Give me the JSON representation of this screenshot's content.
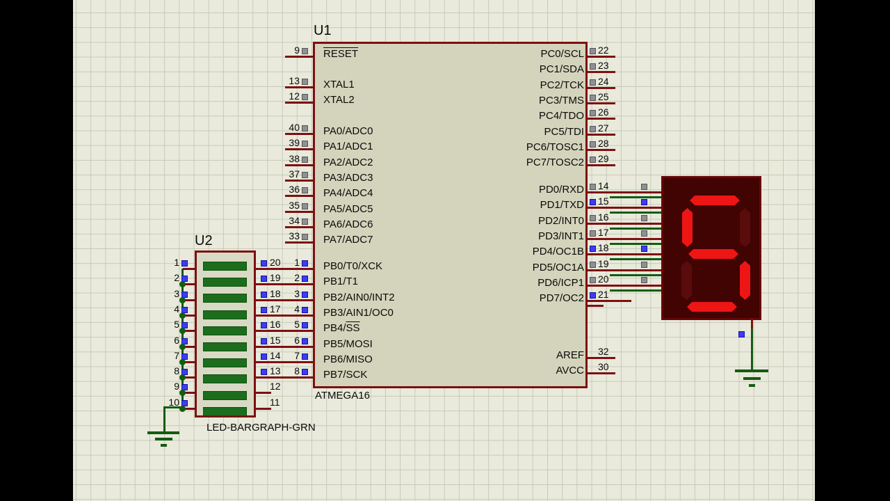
{
  "colors": {
    "letterbox": "#000000",
    "canvas_bg": "#e9eadb",
    "grid_line": "#c6c9b8",
    "wire_red": "#7d1012",
    "wire_green": "#135c13",
    "chip_fill": "#d3d4bb",
    "chip_border": "#7d0e10",
    "bar_body": "#d9dac5",
    "bar_green": "#1c6e1c",
    "blue_state": "#3d3df0",
    "gray_state": "#8f9094",
    "disp_body": "#420303",
    "disp_border": "#670505",
    "seg_lit": "#ee1515",
    "seg_unlit": "#5a0c0c",
    "text": "#0a0a0a"
  },
  "u1": {
    "ref": "U1",
    "part": "ATMEGA16",
    "reset_pin": {
      "num": "9",
      "label_ov": "RESET",
      "state": "gray"
    },
    "xtal_pins": [
      {
        "num": "13",
        "label": "XTAL1",
        "state": "gray"
      },
      {
        "num": "12",
        "label": "XTAL2",
        "state": "gray"
      }
    ],
    "pa_pins": [
      {
        "num": "40",
        "label": "PA0/ADC0",
        "state": "gray"
      },
      {
        "num": "39",
        "label": "PA1/ADC1",
        "state": "gray"
      },
      {
        "num": "38",
        "label": "PA2/ADC2",
        "state": "gray"
      },
      {
        "num": "37",
        "label": "PA3/ADC3",
        "state": "gray"
      },
      {
        "num": "36",
        "label": "PA4/ADC4",
        "state": "gray"
      },
      {
        "num": "35",
        "label": "PA5/ADC5",
        "state": "gray"
      },
      {
        "num": "34",
        "label": "PA6/ADC6",
        "state": "gray"
      },
      {
        "num": "33",
        "label": "PA7/ADC7",
        "state": "gray"
      }
    ],
    "pb_labels": [
      {
        "label": "PB0/T0/XCK"
      },
      {
        "label": "PB1/T1"
      },
      {
        "label": "PB2/AIN0/INT2"
      },
      {
        "label": "PB3/AIN1/OC0"
      },
      {
        "label": "PB4/",
        "label_ov": "SS"
      },
      {
        "label": "PB5/MOSI"
      },
      {
        "label": "PB6/MISO"
      },
      {
        "label": "PB7/SCK"
      }
    ],
    "pc_pins": [
      {
        "num": "22",
        "label": "PC0/SCL",
        "state": "gray"
      },
      {
        "num": "23",
        "label": "PC1/SDA",
        "state": "gray"
      },
      {
        "num": "24",
        "label": "PC2/TCK",
        "state": "gray"
      },
      {
        "num": "25",
        "label": "PC3/TMS",
        "state": "gray"
      },
      {
        "num": "26",
        "label": "PC4/TDO",
        "state": "gray"
      },
      {
        "num": "27",
        "label": "PC5/TDI",
        "state": "gray"
      },
      {
        "num": "28",
        "label": "PC6/TOSC1",
        "state": "gray"
      },
      {
        "num": "29",
        "label": "PC7/TOSC2",
        "state": "gray"
      }
    ],
    "pd_pins": [
      {
        "num": "14",
        "label": "PD0/RXD",
        "pin_state": "gray",
        "wire_state": "gray",
        "long": true
      },
      {
        "num": "15",
        "label": "PD1/TXD",
        "pin_state": "blue",
        "wire_state": "blue",
        "long": true
      },
      {
        "num": "16",
        "label": "PD2/INT0",
        "pin_state": "gray",
        "wire_state": "gray",
        "long": true
      },
      {
        "num": "17",
        "label": "PD3/INT1",
        "pin_state": "gray",
        "wire_state": "gray",
        "long": true
      },
      {
        "num": "18",
        "label": "PD4/OC1B",
        "pin_state": "blue",
        "wire_state": "blue",
        "long": true
      },
      {
        "num": "19",
        "label": "PD5/OC1A",
        "pin_state": "gray",
        "wire_state": "gray",
        "long": true
      },
      {
        "num": "20",
        "label": "PD6/ICP1",
        "pin_state": "gray",
        "wire_state": "gray",
        "long": true
      },
      {
        "num": "21",
        "label": "PD7/OC2",
        "pin_state": "blue",
        "short": true
      }
    ],
    "power_pins": [
      {
        "num": "32",
        "label": "AREF"
      },
      {
        "num": "30",
        "label": "AVCC"
      }
    ]
  },
  "u2": {
    "ref": "U2",
    "part": "LED-BARGRAPH-GRN",
    "left_pins": [
      {
        "num": "1",
        "state": "blue"
      },
      {
        "num": "2",
        "state": "blue",
        "dot": true
      },
      {
        "num": "3",
        "state": "blue",
        "dot": true
      },
      {
        "num": "4",
        "state": "blue",
        "dot": true
      },
      {
        "num": "5",
        "state": "blue",
        "dot": true
      },
      {
        "num": "6",
        "state": "blue",
        "dot": true
      },
      {
        "num": "7",
        "state": "blue",
        "dot": true
      },
      {
        "num": "8",
        "state": "blue",
        "dot": true
      },
      {
        "num": "9",
        "state": "blue",
        "dot": true
      },
      {
        "num": "10",
        "state": "blue",
        "dot": true
      }
    ],
    "right_pins": [
      {
        "num": "20",
        "state": "blue",
        "mcu_num": "1",
        "mcu_state": "blue"
      },
      {
        "num": "19",
        "state": "blue",
        "mcu_num": "2",
        "mcu_state": "blue"
      },
      {
        "num": "18",
        "state": "blue",
        "mcu_num": "3",
        "mcu_state": "blue"
      },
      {
        "num": "17",
        "state": "blue",
        "mcu_num": "4",
        "mcu_state": "blue"
      },
      {
        "num": "16",
        "state": "blue",
        "mcu_num": "5",
        "mcu_state": "blue"
      },
      {
        "num": "15",
        "state": "blue",
        "mcu_num": "6",
        "mcu_state": "blue"
      },
      {
        "num": "14",
        "state": "blue",
        "mcu_num": "7",
        "mcu_state": "blue"
      },
      {
        "num": "13",
        "state": "blue",
        "mcu_num": "8",
        "mcu_state": "blue"
      },
      {
        "num": "12",
        "stub": true
      },
      {
        "num": "11",
        "stub": true
      }
    ],
    "bars": [
      "",
      "",
      "",
      "",
      "",
      "",
      "",
      "",
      "",
      ""
    ]
  },
  "display": {
    "digit": "5",
    "segments": {
      "a": "lit",
      "b": "unlit",
      "c": "lit",
      "d": "lit",
      "e": "unlit",
      "f": "lit",
      "g": "lit"
    },
    "common_state": "blue"
  }
}
